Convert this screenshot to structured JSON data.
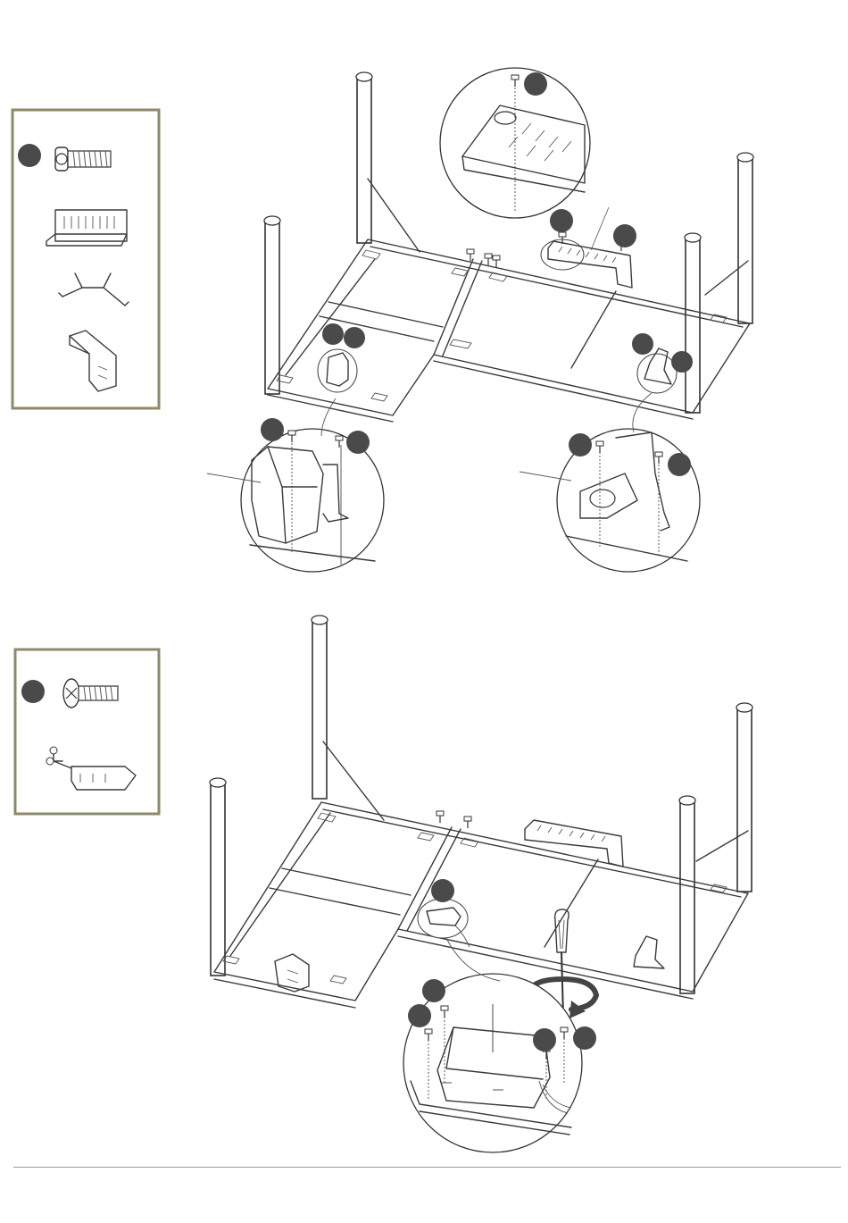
{
  "colors": {
    "box_border": "#8d8a68",
    "line": "#3a3a3a",
    "marker": "#4a4a4a",
    "background": "#ffffff"
  },
  "step1": {
    "parts": [
      "hex-socket-bolt",
      "cable-tray-bracket",
      "cable-clip",
      "cable-holder"
    ],
    "detail_views": [
      "bracket-detail",
      "holder-detail",
      "clip-detail"
    ]
  },
  "step2": {
    "parts": [
      "phillips-screw",
      "control-box"
    ],
    "detail_views": [
      "control-box-detail"
    ],
    "tool": "screwdriver-icon",
    "action": "rotate-clockwise-icon"
  }
}
